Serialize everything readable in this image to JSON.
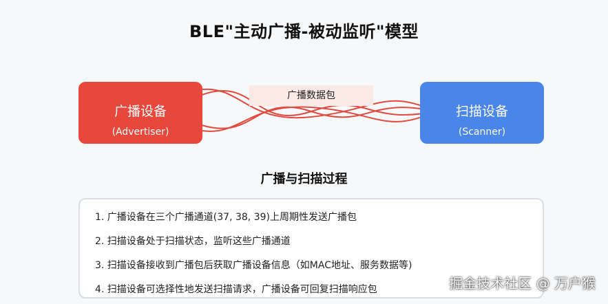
{
  "title": "BLE\"主动广播-被动监听\"模型",
  "advertiser": {
    "name": "广播设备",
    "sub": "(Advertiser)",
    "color": "#e8473c"
  },
  "scanner": {
    "name": "扫描设备",
    "sub": "(Scanner)",
    "color": "#4a86e8"
  },
  "packet_label": "广播数据包",
  "process": {
    "title": "广播与扫描过程",
    "steps": [
      "1. 广播设备在三个广播通道(37, 38, 39)上周期性发送广播包",
      "2. 扫描设备处于扫描状态，监听这些广播通道",
      "3. 扫描设备接收到广播包后获取广播设备信息（如MAC地址、服务数据等)",
      "4. 扫描设备可选择性地发送扫描请求，广播设备可回复扫描响应包"
    ]
  },
  "watermark": "掘金技术社区 @ 万户猴",
  "colors": {
    "arrow": "#e04a3f",
    "packet_bg": "#fbe9e6"
  }
}
